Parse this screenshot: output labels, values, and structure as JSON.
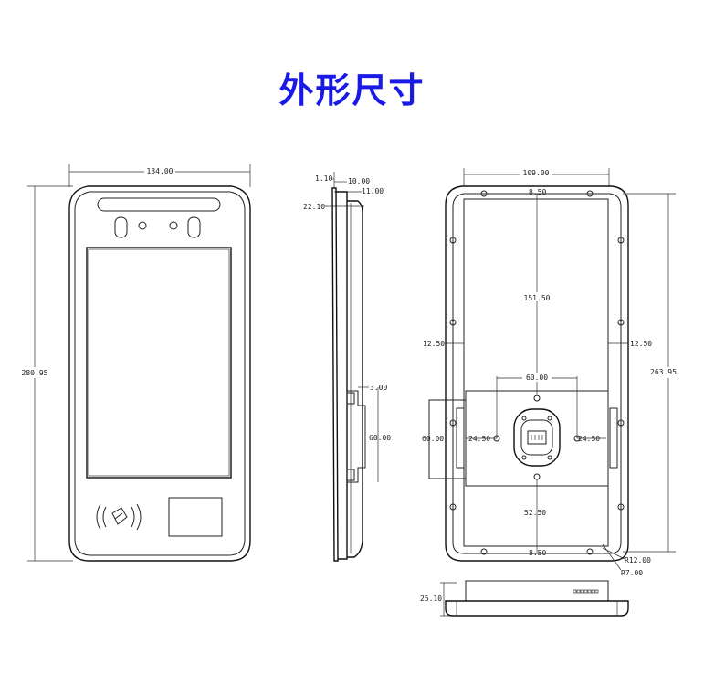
{
  "title": "外形尺寸",
  "front": {
    "width": "134.00",
    "height": "280.95"
  },
  "side": {
    "d1": "1.10",
    "d2": "10.00",
    "d3": "11.00",
    "d4": "22.10",
    "d5": "3.00",
    "d6": "60.00"
  },
  "back": {
    "width": "109.00",
    "top_margin": "8.50",
    "vertical": "151.50",
    "left_side": "12.50",
    "right_side": "12.50",
    "height": "263.95",
    "hole_span": "60.00",
    "left_bracket": "60.00",
    "left_offset": "24.50",
    "right_offset": "24.50",
    "lower": "52.50",
    "bottom_margin": "8.50",
    "radius_outer": "R12.00",
    "radius_inner": "R7.00"
  },
  "bottom_view": {
    "height": "25.10"
  }
}
